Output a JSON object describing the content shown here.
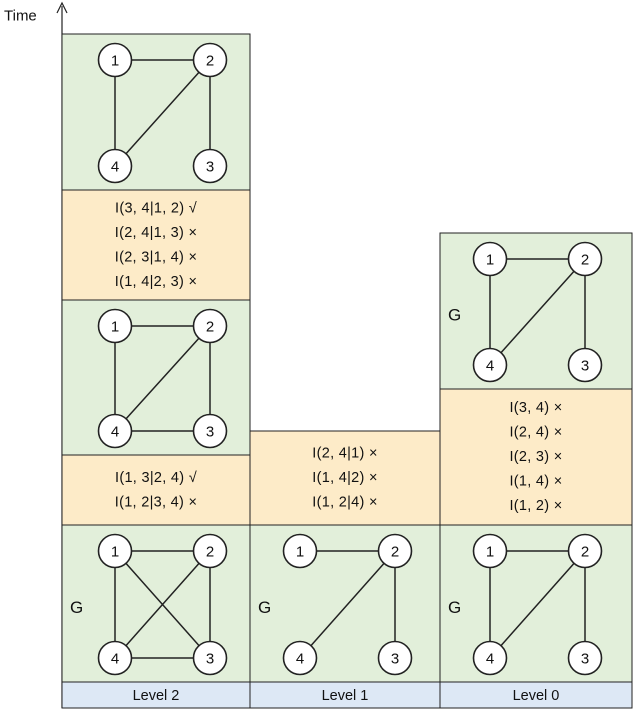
{
  "axis": {
    "label": "Time"
  },
  "levels": [
    "Level 2",
    "Level 1",
    "Level 0"
  ],
  "graph_marker": "G",
  "nodes": [
    "1",
    "2",
    "3",
    "4"
  ],
  "columns": [
    {
      "level": "Level 2",
      "stack": [
        {
          "kind": "graph",
          "marker": "G",
          "edges": [
            [
              1,
              2
            ],
            [
              1,
              4
            ],
            [
              1,
              3
            ],
            [
              2,
              3
            ],
            [
              2,
              4
            ],
            [
              4,
              3
            ]
          ]
        },
        {
          "kind": "tests",
          "lines": [
            "I(1, 3|2, 4) √",
            "I(1, 2|3, 4) ×"
          ]
        },
        {
          "kind": "graph",
          "marker": "",
          "edges": [
            [
              1,
              2
            ],
            [
              1,
              4
            ],
            [
              2,
              4
            ],
            [
              2,
              3
            ],
            [
              4,
              3
            ]
          ]
        },
        {
          "kind": "tests",
          "lines": [
            "I(3, 4|1, 2) √",
            "I(2, 4|1, 3) ×",
            "I(2, 3|1, 4) ×",
            "I(1, 4|2, 3) ×"
          ]
        },
        {
          "kind": "graph",
          "marker": "",
          "edges": [
            [
              1,
              2
            ],
            [
              1,
              4
            ],
            [
              2,
              4
            ],
            [
              2,
              3
            ]
          ]
        }
      ]
    },
    {
      "level": "Level 1",
      "stack": [
        {
          "kind": "graph",
          "marker": "G",
          "edges": [
            [
              1,
              2
            ],
            [
              2,
              4
            ],
            [
              2,
              3
            ]
          ]
        },
        {
          "kind": "tests",
          "lines": [
            "I(2, 4|1) ×",
            "I(1, 4|2) ×",
            "I(1, 2|4) ×"
          ]
        }
      ]
    },
    {
      "level": "Level 0",
      "stack": [
        {
          "kind": "graph",
          "marker": "G",
          "edges": [
            [
              1,
              2
            ],
            [
              1,
              4
            ],
            [
              2,
              4
            ],
            [
              2,
              3
            ]
          ]
        },
        {
          "kind": "tests",
          "lines": [
            "I(3, 4) ×",
            "I(2, 4) ×",
            "I(2, 3) ×",
            "I(1, 4) ×",
            "I(1, 2) ×"
          ]
        },
        {
          "kind": "graph",
          "marker": "G",
          "edges": [
            [
              1,
              2
            ],
            [
              1,
              4
            ],
            [
              2,
              4
            ],
            [
              2,
              3
            ]
          ]
        }
      ]
    }
  ]
}
